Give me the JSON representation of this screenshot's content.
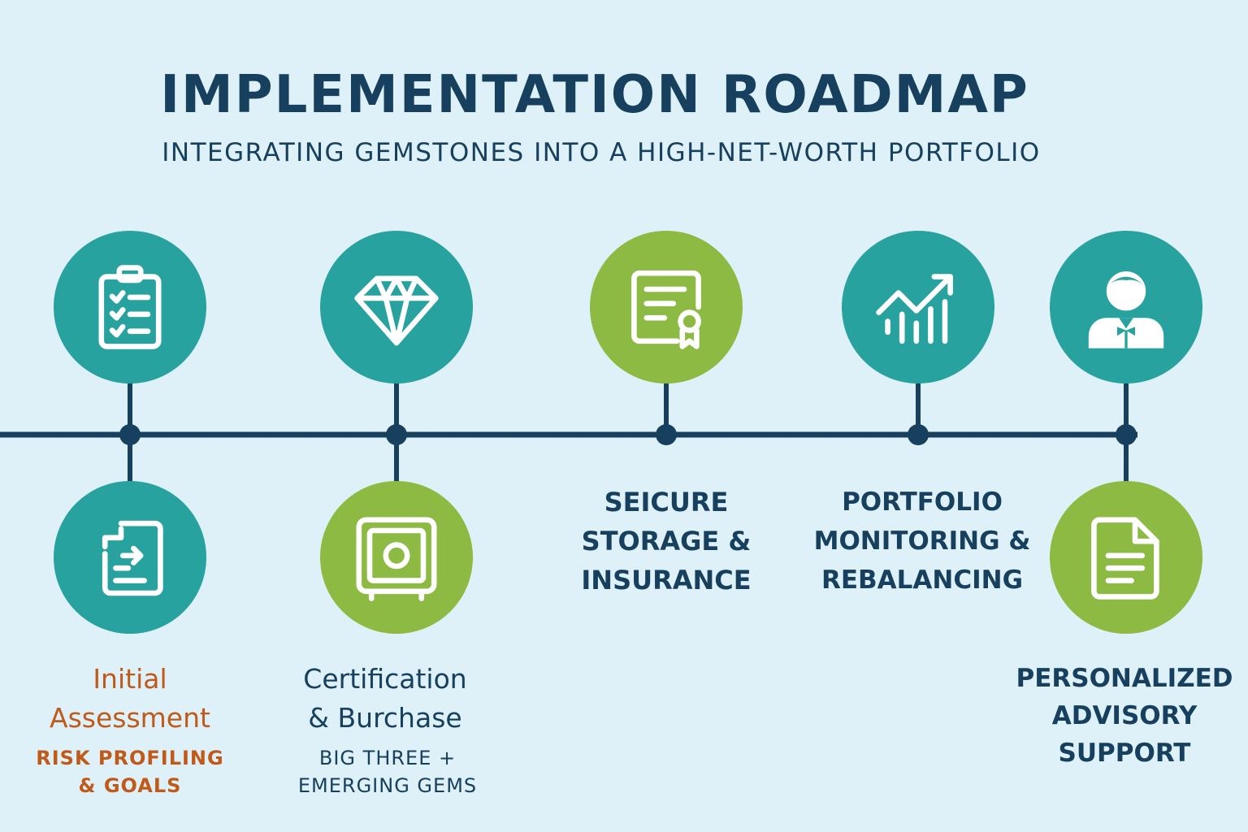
{
  "title": "IMPLEMENTATION ROADMAP",
  "subtitle": "INTEGRATING GEMSTONES INTO A HIGH-NET-WORTH PORTFOLIO",
  "steps": {
    "initial": {
      "line1": "Initial",
      "line2": "Assessment",
      "sub1": "RISK PROFILING",
      "sub2": "& GOALS"
    },
    "certification": {
      "line1": "Certification",
      "line2": "& Burchase",
      "sub1": "BIG THREE +",
      "sub2": "EMERGING GEMS"
    },
    "storage": {
      "line1": "SEICURE",
      "line2": "STORAGE &",
      "line3": "INSURANCE"
    },
    "monitoring": {
      "line1": "PORTFOLIO",
      "line2": "MONITORING &",
      "line3": "REBALANCING"
    },
    "advisory": {
      "line1": "PERSONALIZED",
      "line2": "ADVISORY",
      "line3": "SUPPORT"
    }
  },
  "icons": [
    "checklist-clipboard-icon",
    "diamond-icon",
    "certificate-icon",
    "growth-chart-icon",
    "advisor-person-icon",
    "document-transfer-icon",
    "safe-icon",
    "report-document-icon"
  ],
  "colors": {
    "navy": "#17405e",
    "teal": "#27a29e",
    "green": "#8cba42",
    "orange": "#c05a1a",
    "background": "#dff1f8"
  }
}
